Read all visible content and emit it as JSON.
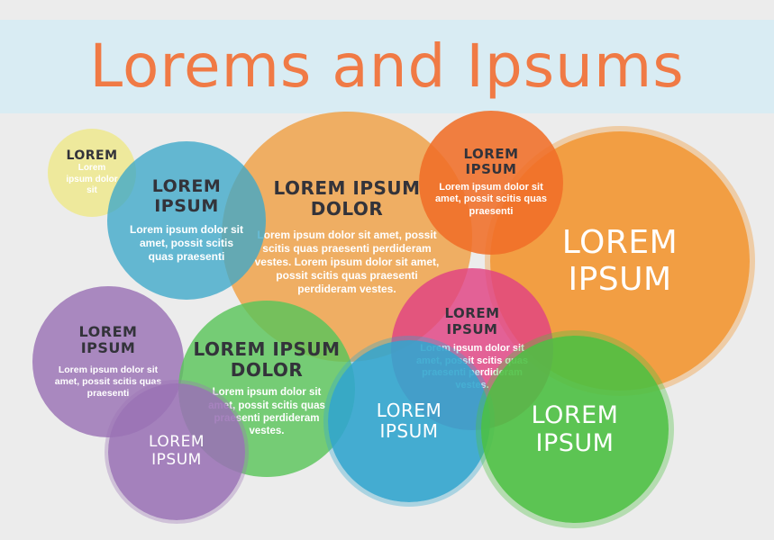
{
  "title": "Lorems and Ipsums",
  "colors": {
    "title": "#f07a45",
    "banner": "#d9ecf3",
    "background": "#ececec",
    "yellow": "#eee994",
    "orange": "#f09c3c",
    "teal": "#3ca8c9",
    "purple": "#9a72b5",
    "green": "#5ac45a",
    "magenta": "#e04282"
  },
  "bubbles": [
    {
      "name": "yellow",
      "title": "LOREM",
      "text": "Lorem ipsum dolor sit"
    },
    {
      "name": "orange-big",
      "title": "LOREM IPSUM DOLOR",
      "text": "Lorem ipsum dolor sit amet, possit scitis quas praesenti perdideram vestes. Lorem ipsum dolor sit amet, possit scitis quas praesenti perdideram vestes."
    },
    {
      "name": "teal-top",
      "title": "LOREM IPSUM",
      "text": "Lorem ipsum dolor sit amet, possit scitis quas praesenti"
    },
    {
      "name": "orange-right",
      "title": "LOREM IPSUM"
    },
    {
      "name": "orange-small",
      "title": "LOREM IPSUM",
      "text": "Lorem ipsum dolor sit amet, possit scitis quas praesenti"
    },
    {
      "name": "purple-left",
      "title": "LOREM IPSUM",
      "text": "Lorem ipsum dolor sit amet, possit scitis quas praesenti"
    },
    {
      "name": "green-mid",
      "title": "LOREM IPSUM DOLOR",
      "text": "Lorem ipsum dolor sit amet, possit scitis quas praesenti perdideram vestes."
    },
    {
      "name": "magenta",
      "title": "LOREM IPSUM",
      "text": "Lorem ipsum dolor sit amet, possit scitis quas praesenti perdideram vestes."
    },
    {
      "name": "purple-bottom",
      "title": "LOREM IPSUM"
    },
    {
      "name": "teal-bottom",
      "title": "LOREM IPSUM"
    },
    {
      "name": "green-right",
      "title": "LOREM IPSUM"
    }
  ]
}
